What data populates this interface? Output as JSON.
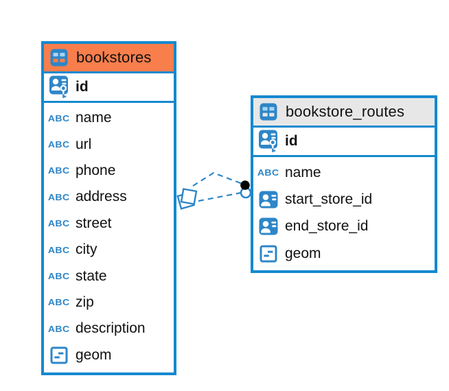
{
  "tables": [
    {
      "name": "bookstores",
      "header_style": "orange",
      "primary_key": {
        "name": "id",
        "type": "primary-key"
      },
      "columns": [
        {
          "name": "name",
          "type": "text"
        },
        {
          "name": "url",
          "type": "text"
        },
        {
          "name": "phone",
          "type": "text"
        },
        {
          "name": "address",
          "type": "text"
        },
        {
          "name": "street",
          "type": "text"
        },
        {
          "name": "city",
          "type": "text"
        },
        {
          "name": "state",
          "type": "text"
        },
        {
          "name": "zip",
          "type": "text"
        },
        {
          "name": "description",
          "type": "text"
        },
        {
          "name": "geom",
          "type": "geometry"
        }
      ]
    },
    {
      "name": "bookstore_routes",
      "header_style": "gray",
      "primary_key": {
        "name": "id",
        "type": "primary-key"
      },
      "columns": [
        {
          "name": "name",
          "type": "text"
        },
        {
          "name": "start_store_id",
          "type": "foreign-key"
        },
        {
          "name": "end_store_id",
          "type": "foreign-key"
        },
        {
          "name": "geom",
          "type": "geometry"
        }
      ]
    }
  ],
  "relationships": [
    {
      "from_table": "bookstore_routes",
      "from_column": "start_store_id",
      "to_table": "bookstores",
      "to_column": "id",
      "line_style": "dashed"
    },
    {
      "from_table": "bookstore_routes",
      "from_column": "end_store_id",
      "to_table": "bookstores",
      "to_column": "id",
      "line_style": "dashed"
    }
  ],
  "icons": {
    "text_type_glyph": "ABC"
  },
  "colors": {
    "table_border": "#1489cf",
    "icon_blue": "#2e86c8",
    "header_orange": "#f87e4c",
    "header_gray": "#e7e7e7",
    "cell_light_blue": "#a9d3f1",
    "connector_blue": "#2e86c8",
    "text": "#111111",
    "background": "#ffffff"
  }
}
